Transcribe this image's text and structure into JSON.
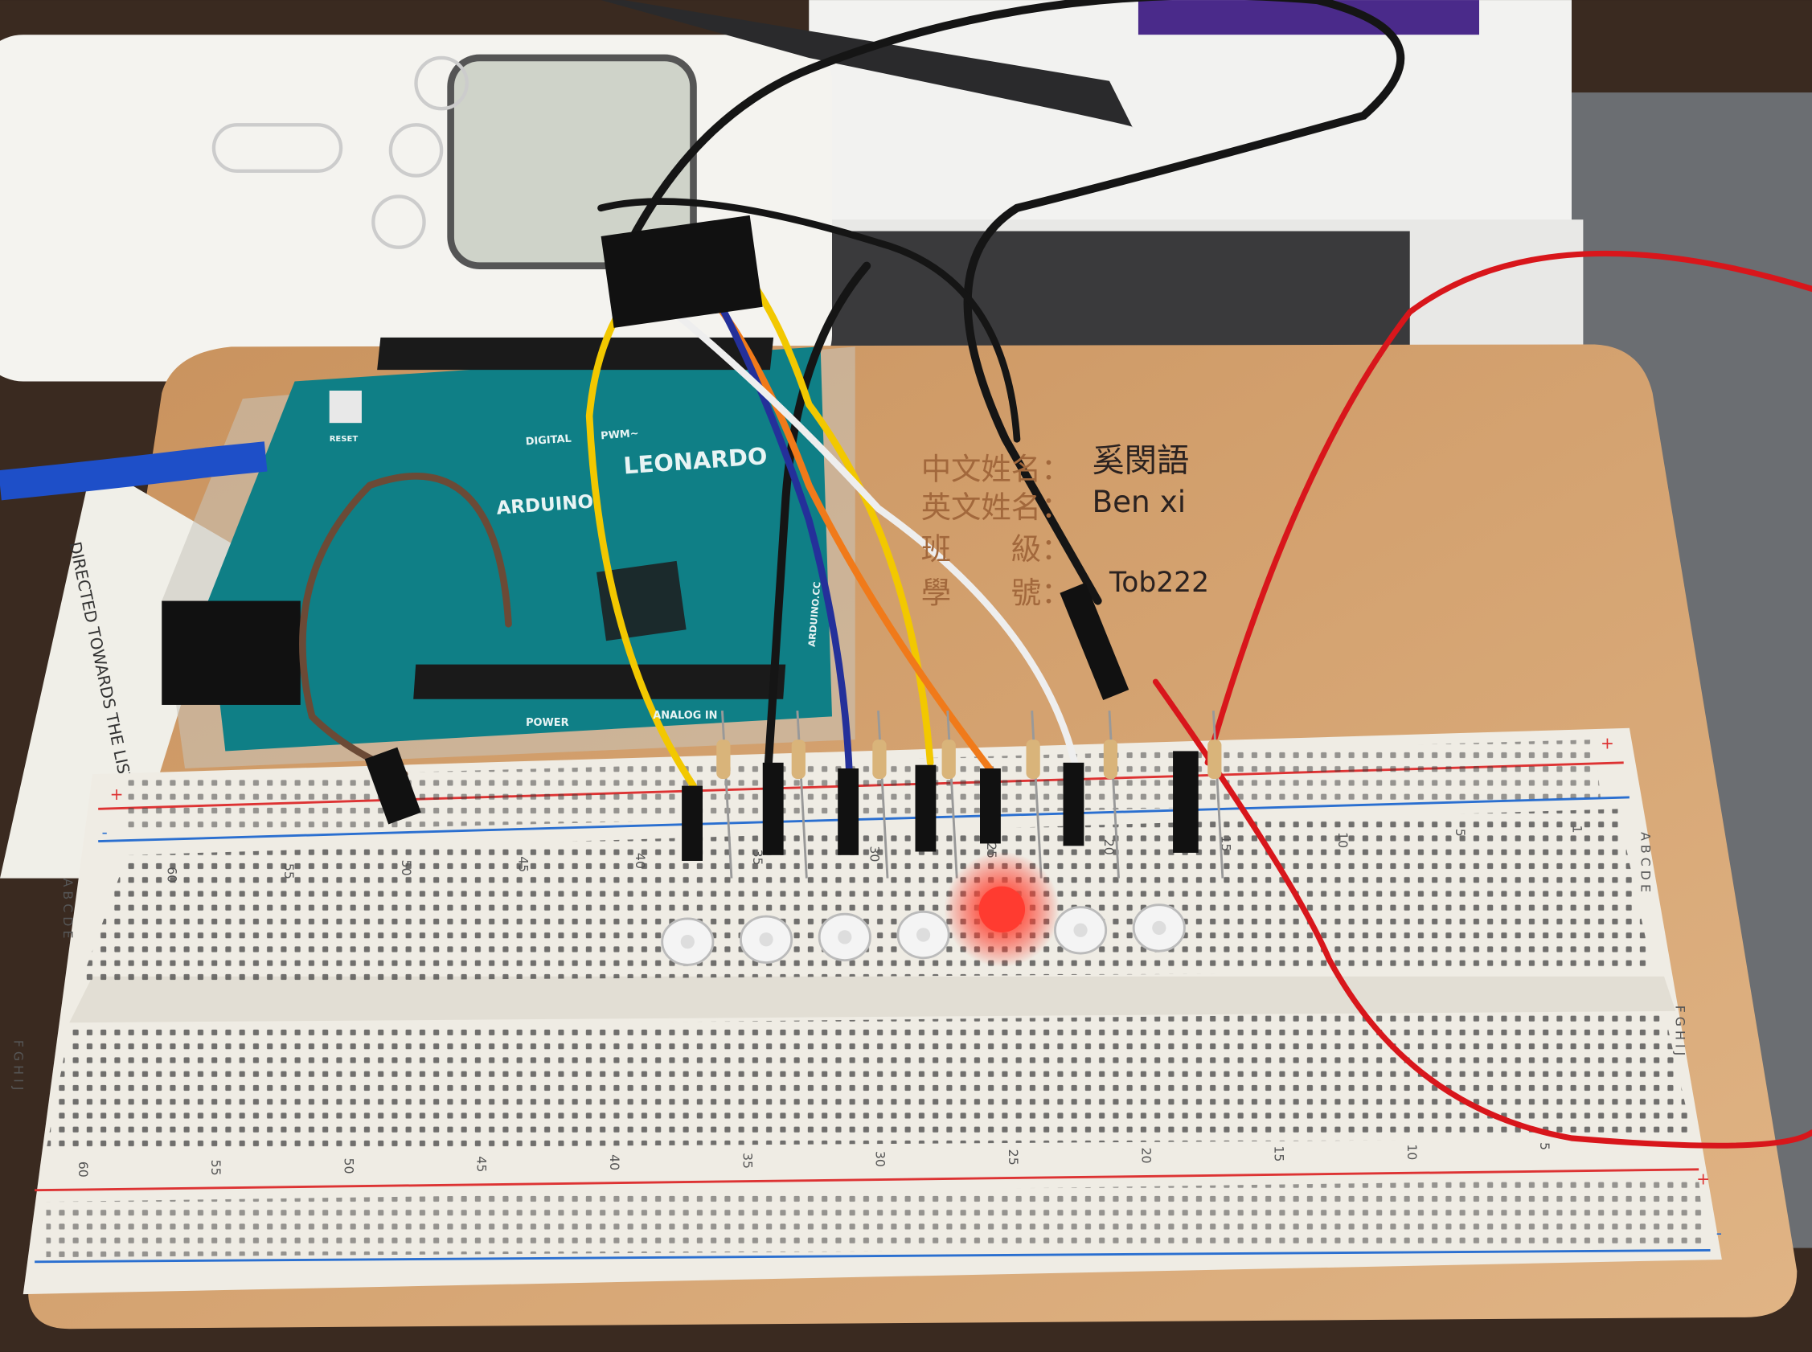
{
  "scene": {
    "description_tags": [
      "arduino",
      "breadboard",
      "leds",
      "jumper-wires"
    ],
    "colors": {
      "board_teal": "#0f7f86",
      "wood": "#d6a775",
      "breadboard": "#efece4",
      "led_lit": "#ff3b30",
      "wire_red": "#d8161b",
      "wire_yellow": "#f2c800",
      "wire_orange": "#f07a1a",
      "wire_blue": "#24309a",
      "wire_white": "#eeeeee",
      "wire_black": "#151515",
      "wire_brown": "#6b4a36",
      "usb_cable": "#1e4fc8"
    },
    "led_count": 7,
    "lit_led_index": 4
  },
  "arduino": {
    "brand": "ARDUINO",
    "model": "LEONARDO",
    "header_digital": "DIGITAL",
    "header_pwm": "PWM~",
    "header_power": "POWER",
    "header_analog": "ANALOG IN",
    "reset": "RESET",
    "site": "ARDUINO.CC"
  },
  "label_card": {
    "row1_label": "中文姓名：",
    "row1_value": "奚閔語",
    "row2_label": "英文姓名：",
    "row2_value": "Ben xi",
    "row3_label": "班　　級：",
    "row4_label": "學　　號：",
    "row4_value": "Tob222"
  },
  "breadboard": {
    "column_numbers_top": [
      "60",
      "55",
      "50",
      "45",
      "40",
      "35",
      "30",
      "25",
      "20",
      "15",
      "10",
      "5",
      "1"
    ],
    "column_numbers_bottom": [
      "60",
      "55",
      "50",
      "45",
      "40",
      "35",
      "30",
      "25",
      "20",
      "15",
      "10",
      "5"
    ],
    "row_letters_top": "A B C D E",
    "row_letters_bottom": "F G H I J",
    "rail_plus": "+",
    "rail_minus": "-"
  },
  "leaflet_text": "DIRECTED TOWARDS THE LISTENER"
}
